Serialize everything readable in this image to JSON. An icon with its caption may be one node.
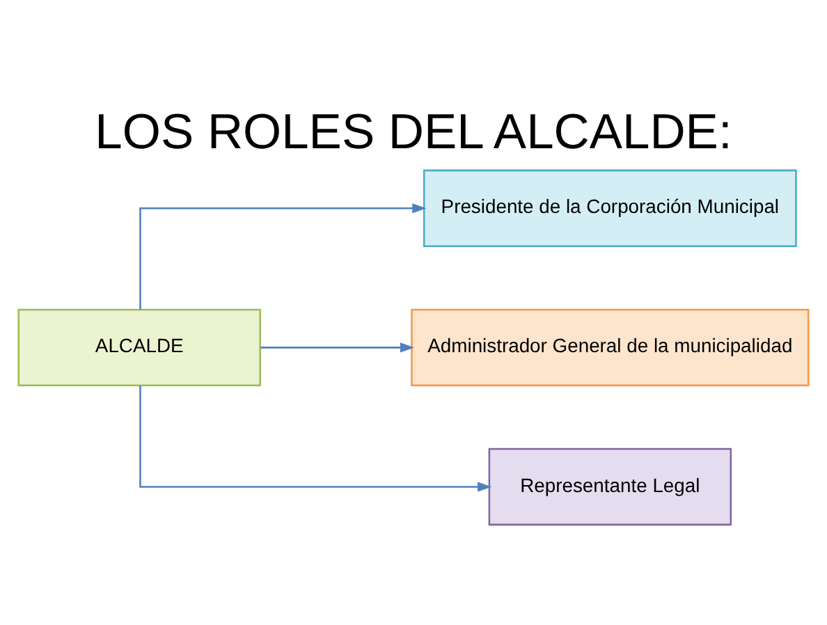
{
  "diagram": {
    "title": "LOS ROLES DEL ALCALDE:",
    "nodes": [
      {
        "text": [
          "ALCALDE"
        ]
      },
      {
        "text": [
          "Presidente de la Corporación Municipal"
        ]
      },
      {
        "text": [
          "Administrador General de la municipalidad"
        ]
      },
      {
        "text": [
          "Representante Legal"
        ]
      }
    ],
    "edges": [
      {
        "from": 0,
        "to": 1,
        "arrow": "to"
      },
      {
        "from": 0,
        "to": 2,
        "arrow": "to"
      },
      {
        "from": 0,
        "to": 3,
        "arrow": "to"
      }
    ]
  }
}
